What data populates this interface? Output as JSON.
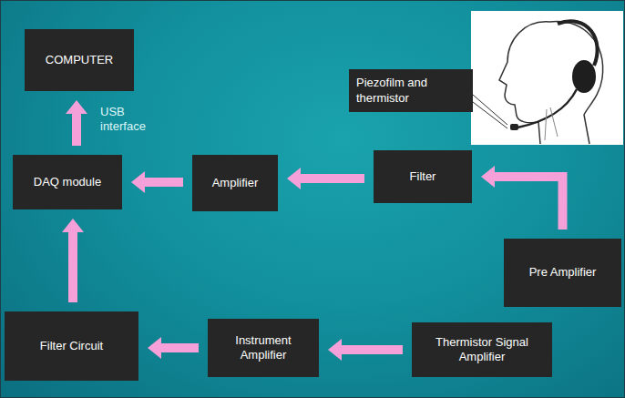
{
  "diagram": {
    "nodes": [
      {
        "text": [
          "COMPUTER"
        ]
      },
      {
        "text": [
          "Piezofilm and thermistor"
        ]
      },
      {
        "text": [
          "DAQ module"
        ]
      },
      {
        "text": [
          "Amplifier"
        ]
      },
      {
        "text": [
          "Filter"
        ]
      },
      {
        "text": [
          "Pre Amplifier"
        ]
      },
      {
        "text": [
          "Filter Circuit"
        ]
      },
      {
        "text": [
          "Instrument Amplifier"
        ]
      },
      {
        "text": [
          "Thermistor Signal Amplifier"
        ]
      }
    ],
    "edges": [
      {
        "from": 2,
        "to": 0,
        "arrow": "to",
        "label": "USB interface"
      },
      {
        "from": 3,
        "to": 2,
        "arrow": "to"
      },
      {
        "from": 4,
        "to": 3,
        "arrow": "to"
      },
      {
        "from": 5,
        "to": 4,
        "arrow": "to"
      },
      {
        "from": 8,
        "to": 7,
        "arrow": "to"
      },
      {
        "from": 7,
        "to": 6,
        "arrow": "to"
      },
      {
        "from": 6,
        "to": 2,
        "arrow": "to"
      }
    ]
  }
}
